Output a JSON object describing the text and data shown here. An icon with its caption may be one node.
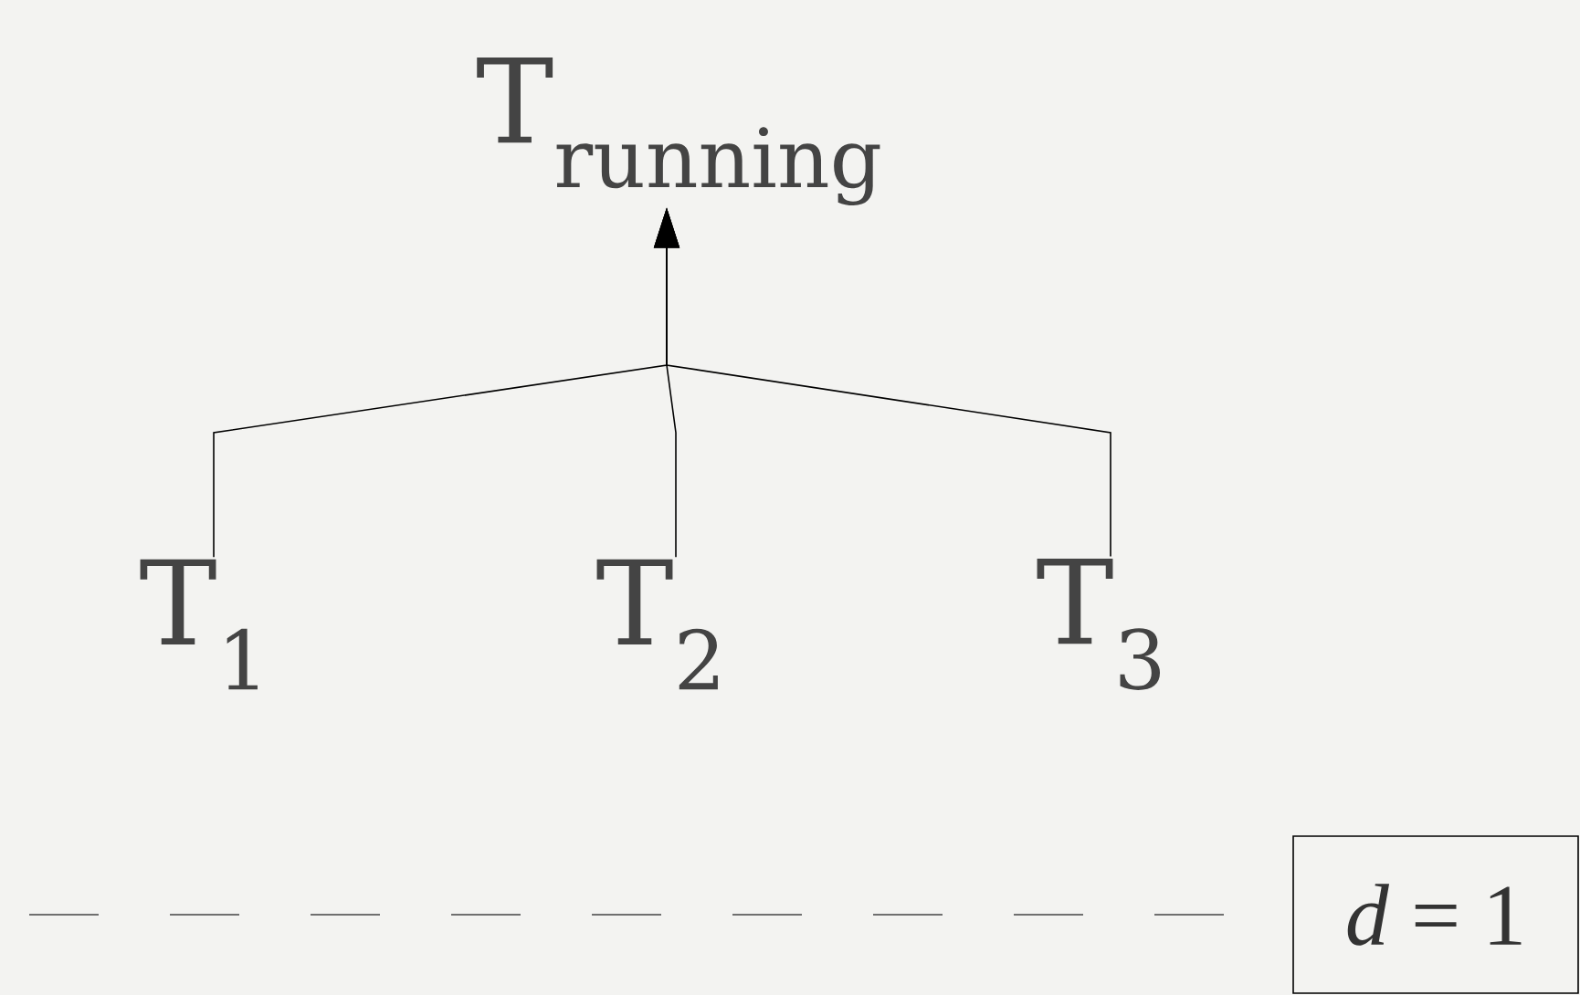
{
  "diagram": {
    "nodes": [
      {
        "text": [
          "T$_{running}$"
        ]
      },
      {
        "text": [
          "T$_{1}$"
        ]
      },
      {
        "text": [
          "T$_{2}$"
        ]
      },
      {
        "text": [
          "T$_{3}$"
        ]
      },
      {
        "text": [
          "*d* = 1"
        ]
      }
    ],
    "edges": [
      {
        "from": 1,
        "to": 0,
        "arrow": "to"
      },
      {
        "from": 2,
        "to": 0,
        "arrow": "to"
      },
      {
        "from": 3,
        "to": 0,
        "arrow": "to"
      }
    ]
  }
}
